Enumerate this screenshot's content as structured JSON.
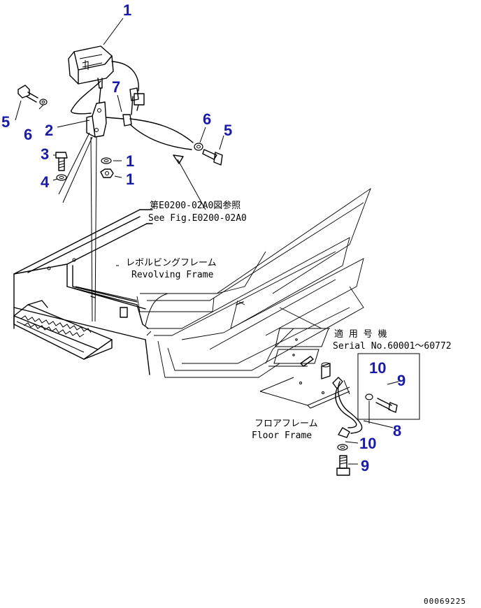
{
  "diagram": {
    "callouts": [
      {
        "id": "c1-top",
        "label": "1"
      },
      {
        "id": "c2",
        "label": "2"
      },
      {
        "id": "c3",
        "label": "3"
      },
      {
        "id": "c4",
        "label": "4"
      },
      {
        "id": "c5-left",
        "label": "5"
      },
      {
        "id": "c6-left",
        "label": "6"
      },
      {
        "id": "c7",
        "label": "7"
      },
      {
        "id": "c6-right",
        "label": "6"
      },
      {
        "id": "c5-right",
        "label": "5"
      },
      {
        "id": "c1-washer",
        "label": "1"
      },
      {
        "id": "c1-nut",
        "label": "1"
      },
      {
        "id": "c10-box",
        "label": "10"
      },
      {
        "id": "c9-box",
        "label": "9"
      },
      {
        "id": "c8",
        "label": "8"
      },
      {
        "id": "c10-bottom",
        "label": "10"
      },
      {
        "id": "c9-bottom",
        "label": "9"
      }
    ],
    "notes": {
      "see_fig_jp": "第E0200-02A0図参照",
      "see_fig_en": "See Fig.E0200-02A0",
      "revolving_jp": "レボルビングフレーム",
      "revolving_en": "Revolving Frame",
      "serial_jp": "適 用 号 機",
      "serial_en": "Serial No.60001～60772",
      "floor_jp": "フロアフレーム",
      "floor_en": "Floor Frame"
    },
    "drawing_number": "00069225",
    "callout_color": "#1a1aa8"
  }
}
